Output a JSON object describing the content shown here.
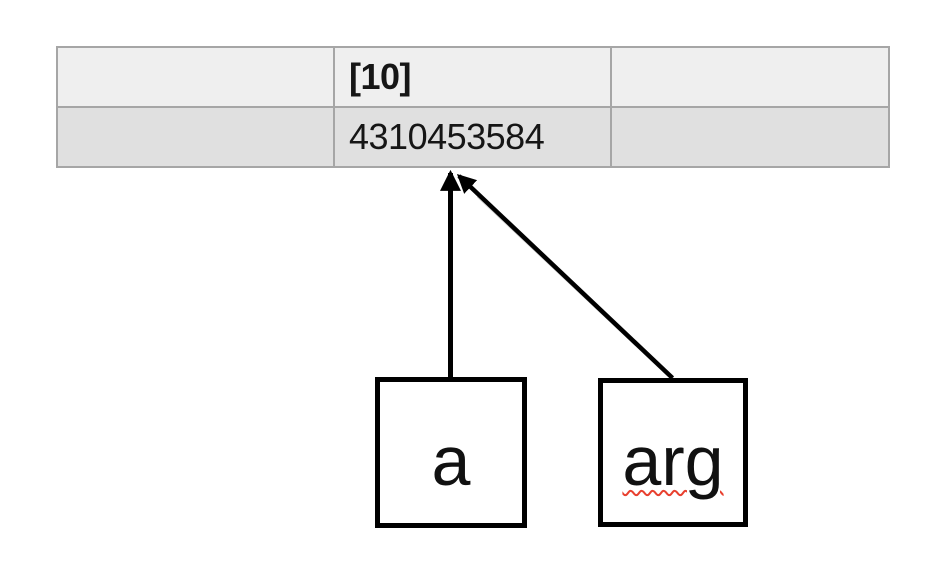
{
  "table": {
    "header_cells": [
      "",
      "[10]",
      ""
    ],
    "value_cells": [
      "",
      "4310453584",
      ""
    ]
  },
  "variables": [
    {
      "label": "a"
    },
    {
      "label": "arg",
      "spellcheck_underline": true
    }
  ],
  "colors": {
    "header_row_bg": "#efefef",
    "value_row_bg": "#e0e0e0",
    "table_border": "#a6a6a6",
    "shape_border": "#000000",
    "arrow": "#000000",
    "spellcheck_underline": "#e8402f",
    "canvas_bg": "#ffffff"
  }
}
